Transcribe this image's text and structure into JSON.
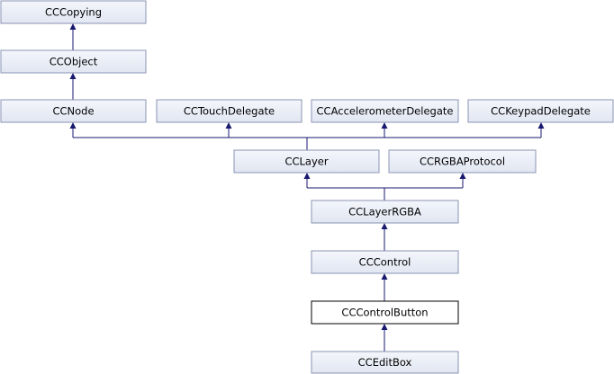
{
  "colors": {
    "node_fill_top": "#f4f6fb",
    "node_fill_bottom": "#e1e6f2",
    "node_border": "#8a94b3",
    "current_border": "#000000",
    "edge": "#191970"
  },
  "nodes": [
    {
      "id": "ccopying",
      "label": "CCCopying"
    },
    {
      "id": "ccobject",
      "label": "CCObject"
    },
    {
      "id": "ccnode",
      "label": "CCNode"
    },
    {
      "id": "cctouchdelegate",
      "label": "CCTouchDelegate"
    },
    {
      "id": "ccaccelerometerdelegate",
      "label": "CCAccelerometerDelegate"
    },
    {
      "id": "cckeypaddelegate",
      "label": "CCKeypadDelegate"
    },
    {
      "id": "cclayer",
      "label": "CCLayer"
    },
    {
      "id": "ccrgbaprotocol",
      "label": "CCRGBAProtocol"
    },
    {
      "id": "cclayerrgba",
      "label": "CCLayerRGBA"
    },
    {
      "id": "cccontrol",
      "label": "CCControl"
    },
    {
      "id": "cccontrolbutton",
      "label": "CCControlButton",
      "current": true
    },
    {
      "id": "cceditbox",
      "label": "CCEditBox"
    }
  ],
  "edges": [
    {
      "from": "ccobject",
      "to": "ccopying"
    },
    {
      "from": "ccnode",
      "to": "ccobject"
    },
    {
      "from": "cclayer",
      "to": "ccnode"
    },
    {
      "from": "cclayer",
      "to": "cctouchdelegate"
    },
    {
      "from": "cclayer",
      "to": "ccaccelerometerdelegate"
    },
    {
      "from": "cclayer",
      "to": "cckeypaddelegate"
    },
    {
      "from": "cclayerrgba",
      "to": "cclayer"
    },
    {
      "from": "cclayerrgba",
      "to": "ccrgbaprotocol"
    },
    {
      "from": "cccontrol",
      "to": "cclayerrgba"
    },
    {
      "from": "cccontrolbutton",
      "to": "cccontrol"
    },
    {
      "from": "cceditbox",
      "to": "cccontrolbutton"
    }
  ]
}
